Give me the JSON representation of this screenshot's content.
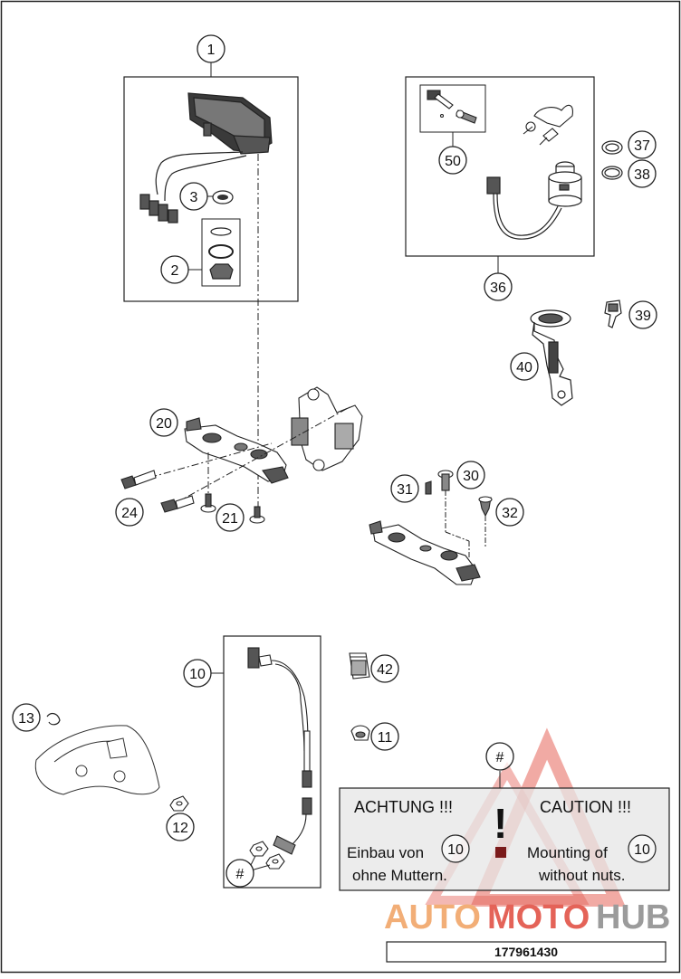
{
  "callouts": [
    {
      "id": "c1",
      "label": "1"
    },
    {
      "id": "c2",
      "label": "2"
    },
    {
      "id": "c3",
      "label": "3"
    },
    {
      "id": "c10",
      "label": "10"
    },
    {
      "id": "c11",
      "label": "11"
    },
    {
      "id": "c12",
      "label": "12"
    },
    {
      "id": "c13",
      "label": "13"
    },
    {
      "id": "c20",
      "label": "20"
    },
    {
      "id": "c21",
      "label": "21"
    },
    {
      "id": "c24",
      "label": "24"
    },
    {
      "id": "c30",
      "label": "30"
    },
    {
      "id": "c31",
      "label": "31"
    },
    {
      "id": "c32",
      "label": "32"
    },
    {
      "id": "c36",
      "label": "36"
    },
    {
      "id": "c37",
      "label": "37"
    },
    {
      "id": "c38",
      "label": "38"
    },
    {
      "id": "c39",
      "label": "39"
    },
    {
      "id": "c40",
      "label": "40"
    },
    {
      "id": "c42",
      "label": "42"
    },
    {
      "id": "c50",
      "label": "50"
    },
    {
      "id": "chash1",
      "label": "#"
    },
    {
      "id": "chash2",
      "label": "#"
    }
  ],
  "warning": {
    "title_de": "ACHTUNG !!!",
    "title_en": "CAUTION !!!",
    "line1_de": "Einbau von",
    "line2_de": "ohne Muttern.",
    "line1_en": "Mounting of",
    "line2_en": "without nuts.",
    "ref_de": "10",
    "ref_en": "10",
    "exclamation": "!"
  },
  "watermark": {
    "part1": "AUTO",
    "part2": "MOTO",
    "part3": "HUB"
  },
  "diagram_number": "177961430",
  "colors": {
    "watermark_orange": "#f0a060",
    "watermark_red": "#e0483c",
    "watermark_gray": "#8a8a8a",
    "warning_fill": "#e6e6e6"
  }
}
